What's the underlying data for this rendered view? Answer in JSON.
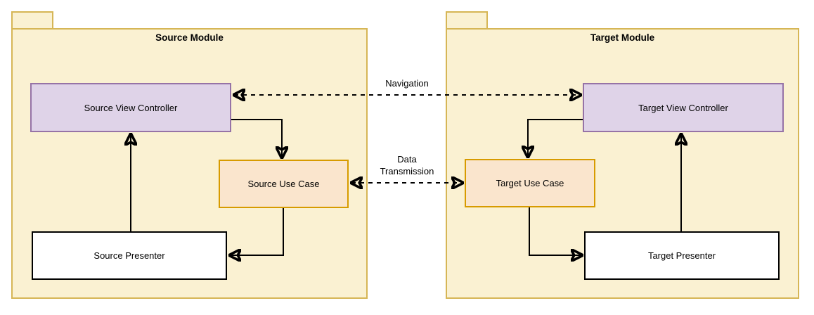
{
  "diagram": {
    "source_module": {
      "title": "Source Module",
      "nodes": {
        "view_controller": "Source View Controller",
        "use_case": "Source Use Case",
        "presenter": "Source Presenter"
      }
    },
    "target_module": {
      "title": "Target Module",
      "nodes": {
        "view_controller": "Target View Controller",
        "use_case": "Target Use Case",
        "presenter": "Target Presenter"
      }
    },
    "edge_labels": {
      "navigation": "Navigation",
      "data_transmission": "Data Transmission"
    },
    "colors": {
      "module_fill": "#FAF1D2",
      "module_border": "#D6B656",
      "view_controller_fill": "#DFD3E8",
      "view_controller_border": "#9673A6",
      "use_case_fill": "#FAE5CD",
      "use_case_border": "#D79B00",
      "presenter_fill": "#FFFFFF",
      "presenter_border": "#000000",
      "arrow_color": "#000000",
      "background": "#FFFFFF"
    }
  }
}
